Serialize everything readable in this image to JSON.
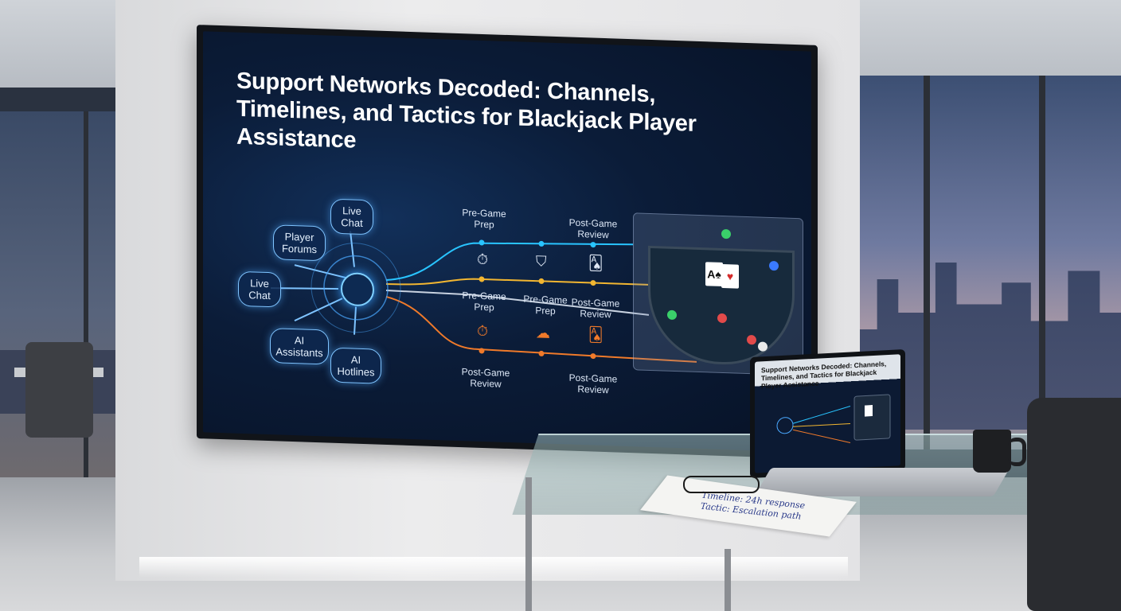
{
  "screen": {
    "title": "Support Networks Decoded: Channels, Timelines, and Tactics for Blackjack Player Assistance",
    "nodes": {
      "live_chat_top": "Live Chat",
      "player_forums": "Player Forums",
      "live_chat_left": "Live Chat",
      "ai_assistants": "AI Assistants",
      "ai_hotlines": "AI Hotlines"
    },
    "stages": {
      "row1_pre": "Pre-Game Prep",
      "row1_post": "Post-Game Review",
      "row2_pre_a": "Pre-Game Prep",
      "row2_pre_b": "Pre-Game Prep",
      "row2_post": "Post-Game Review",
      "row3_post_a": "Post-Game Review",
      "row3_post_b": "Post-Game Review"
    },
    "colors": {
      "cyan": "#29c4ff",
      "yellow": "#f2b631",
      "orange": "#f07a2a",
      "white": "#c8d2e0"
    }
  },
  "laptop": {
    "title": "Support Networks Decoded: Channels, Timelines, and Tactics for Blackjack Player Assistance"
  },
  "notepad": {
    "line1": "Timeline: 24h response",
    "line2": "Tactic: Escalation path"
  }
}
